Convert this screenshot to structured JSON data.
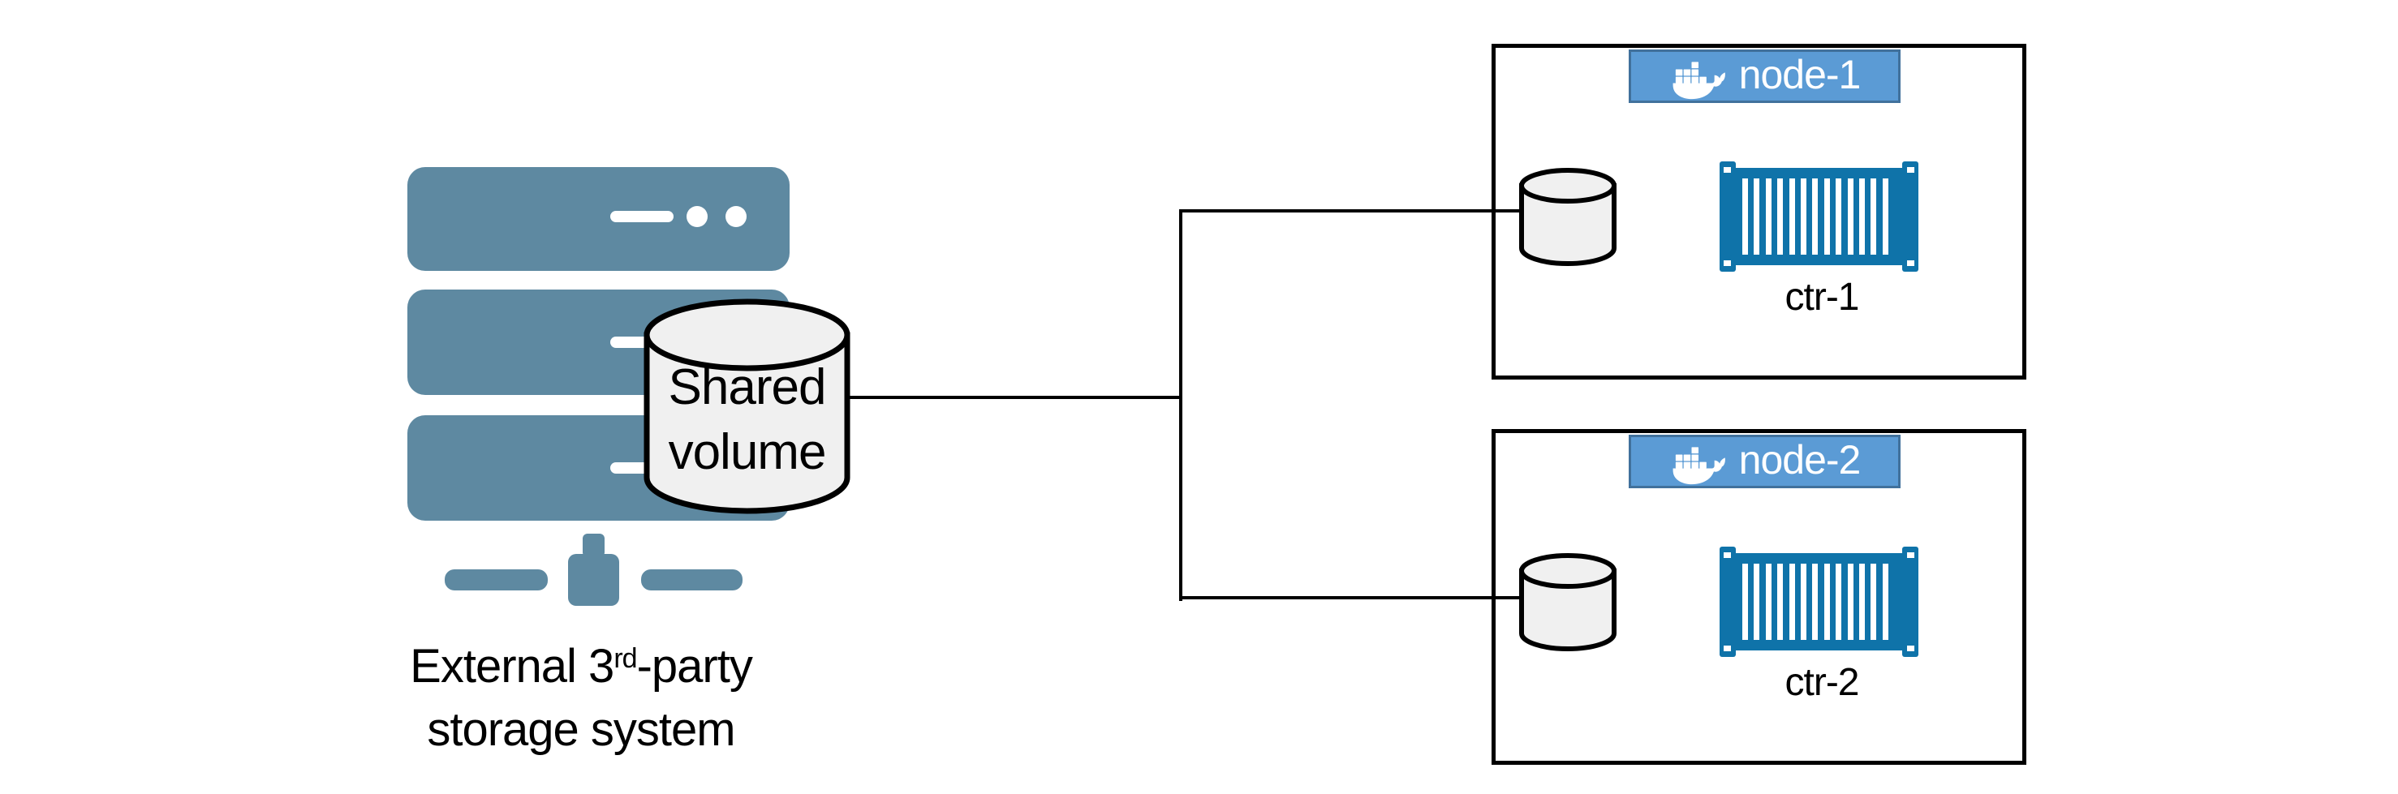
{
  "diagram": {
    "storage": {
      "caption_line1_prefix": "External 3",
      "caption_line1_sup": "rd",
      "caption_line1_suffix": "-party",
      "caption_line2": "storage system"
    },
    "shared_volume": {
      "line1": "Shared",
      "line2": "volume"
    },
    "nodes": [
      {
        "name": "node-1",
        "container_label": "ctr-1"
      },
      {
        "name": "node-2",
        "container_label": "ctr-2"
      }
    ],
    "colors": {
      "server_blue": "#5E89A1",
      "docker_badge_fill": "#5B9BD5",
      "docker_badge_border": "#41719C",
      "container_blue": "#0F73A9",
      "cylinder_fill": "#F0F0F0",
      "line_black": "#000000",
      "background": "#FFFFFF"
    }
  }
}
